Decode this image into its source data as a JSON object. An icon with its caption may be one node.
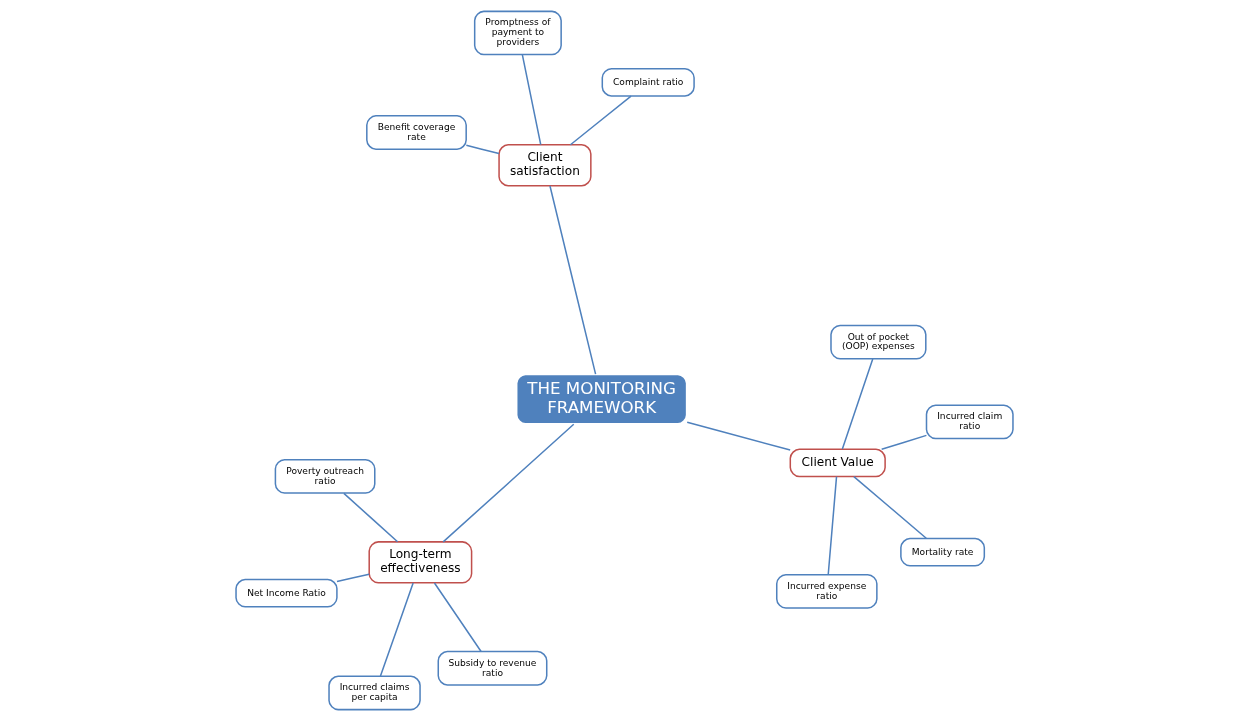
{
  "diagram": {
    "nodes": [
      {
        "text": [
          "THE MONITORING FRAMEWORK"
        ]
      },
      {
        "text": [
          "Client Value"
        ]
      },
      {
        "text": [
          "Long-term effectiveness"
        ]
      },
      {
        "text": [
          "Client satisfaction"
        ]
      },
      {
        "text": [
          "Incurred claim ratio"
        ]
      },
      {
        "text": [
          "Out of pocket (OOP) expenses"
        ]
      },
      {
        "text": [
          "Incurred expense ratio"
        ]
      },
      {
        "text": [
          "Mortality rate"
        ]
      },
      {
        "text": [
          "Poverty outreach ratio"
        ]
      },
      {
        "text": [
          "Incurred claims per capita"
        ]
      },
      {
        "text": [
          "Subsidy to revenue ratio"
        ]
      },
      {
        "text": [
          "Net Income Ratio"
        ]
      },
      {
        "text": [
          "Complaint ratio"
        ]
      },
      {
        "text": [
          "Promptness of payment to providers"
        ]
      },
      {
        "text": [
          "Benefit coverage rate"
        ]
      }
    ],
    "edges": [
      {
        "from": 0,
        "to": 1,
        "arrow": "none"
      },
      {
        "from": 0,
        "to": 2,
        "arrow": "none"
      },
      {
        "from": 0,
        "to": 3,
        "arrow": "none"
      },
      {
        "from": 1,
        "to": 4,
        "arrow": "none"
      },
      {
        "from": 1,
        "to": 5,
        "arrow": "none"
      },
      {
        "from": 1,
        "to": 6,
        "arrow": "none"
      },
      {
        "from": 1,
        "to": 7,
        "arrow": "none"
      },
      {
        "from": 2,
        "to": 8,
        "arrow": "none"
      },
      {
        "from": 2,
        "to": 9,
        "arrow": "none"
      },
      {
        "from": 2,
        "to": 10,
        "arrow": "none"
      },
      {
        "from": 2,
        "to": 11,
        "arrow": "none"
      },
      {
        "from": 3,
        "to": 12,
        "arrow": "none"
      },
      {
        "from": 3,
        "to": 13,
        "arrow": "none"
      },
      {
        "from": 3,
        "to": 14,
        "arrow": "none"
      }
    ]
  }
}
